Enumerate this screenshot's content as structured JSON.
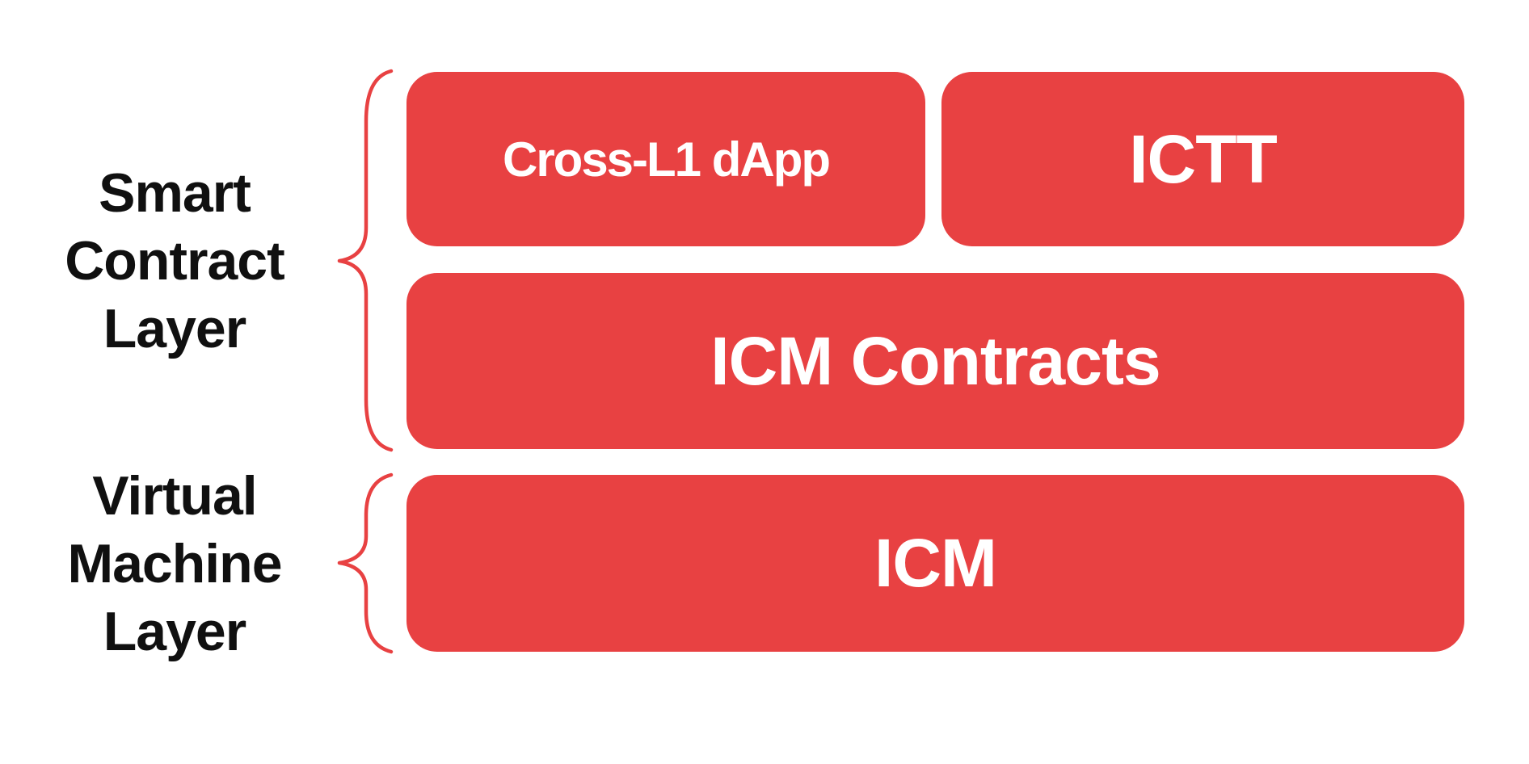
{
  "diagram_title": "Layered architecture diagram",
  "labels": {
    "smart_contract_layer": "Smart\nContract\nLayer",
    "virtual_machine_layer": "Virtual\nMachine\nLayer"
  },
  "boxes": {
    "cross_l1_dapp": "Cross-L1 dApp",
    "ictt": "ICTT",
    "icm_contracts": "ICM Contracts",
    "icm": "ICM"
  },
  "groups": [
    {
      "label": "Smart Contract Layer",
      "contains": [
        "Cross-L1 dApp",
        "ICTT",
        "ICM Contracts"
      ]
    },
    {
      "label": "Virtual Machine Layer",
      "contains": [
        "ICM"
      ]
    }
  ],
  "colors": {
    "box_fill": "#E84142",
    "box_text": "#FFFFFF",
    "brace_stroke": "#E84142",
    "label_text": "#101010",
    "background": "#FFFFFF"
  }
}
